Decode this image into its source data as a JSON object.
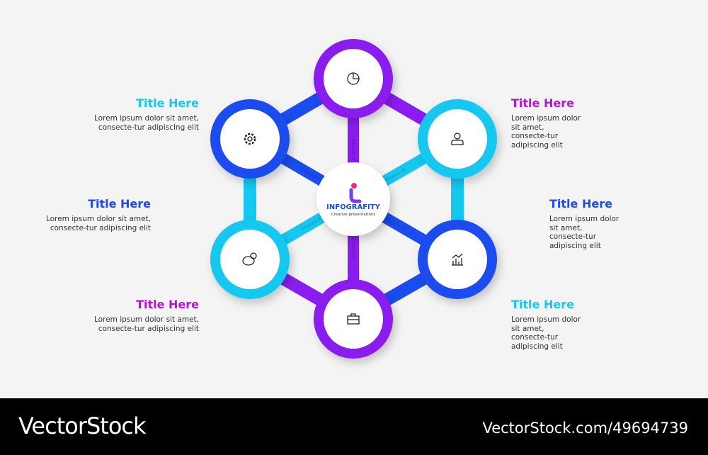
{
  "center": {
    "brand": "INFOGRAFITY",
    "tagline": "Creative presentations"
  },
  "colors": {
    "purple": "#8a1cf0",
    "blue": "#1a4cf0",
    "cyan": "#14c8f0",
    "magenta": "#b414d8"
  },
  "spoke_labels": [
    "Infodata 01",
    "Infodata 02",
    "Infodata 03",
    "Infodata 04",
    "Infodata 05",
    "Infodata 06"
  ],
  "nodes": [
    {
      "icon": "pie-chart-icon",
      "color": "#8a1cf0"
    },
    {
      "icon": "user-icon",
      "color": "#14c8f0"
    },
    {
      "icon": "bar-chart-icon",
      "color": "#1a4cf0"
    },
    {
      "icon": "briefcase-icon",
      "color": "#8a1cf0"
    },
    {
      "icon": "piggy-bank-icon",
      "color": "#14c8f0"
    },
    {
      "icon": "gear-icon",
      "color": "#1a4cf0"
    }
  ],
  "blocks": [
    {
      "title": "Title Here",
      "text": "Lorem ipsum dolor sit amet, consecte-tur adipiscing elit",
      "color": "#14c8f0"
    },
    {
      "title": "Title Here",
      "text": "Lorem ipsum dolor sit amet, consecte-tur adipiscing elit",
      "color": "#1a4cf0"
    },
    {
      "title": "Title Here",
      "text": "Lorem ipsum dolor sit amet, consecte-tur adipiscing elit",
      "color": "#b414d8"
    },
    {
      "title": "Title Here",
      "text": "Lorem ipsum dolor sit amet, consecte-tur adipiscing elit",
      "color": "#b414d8"
    },
    {
      "title": "Title Here",
      "text": "Lorem ipsum dolor sit amet, consecte-tur adipiscing elit",
      "color": "#1a4cf0"
    },
    {
      "title": "Title Here",
      "text": "Lorem ipsum dolor sit amet, consecte-tur adipiscing elit",
      "color": "#14c8f0"
    }
  ],
  "footer": {
    "logo": "VectorStock",
    "reference": "VectorStock.com/49694739"
  }
}
